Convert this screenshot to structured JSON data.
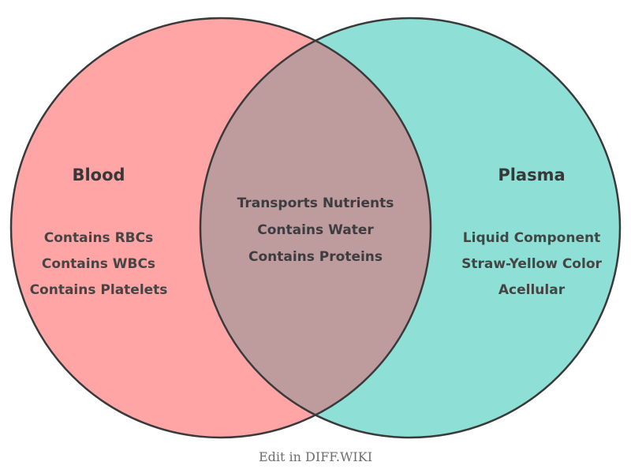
{
  "colors": {
    "blood_fill": "#FFA5A5",
    "plasma_fill": "#8EE0D6",
    "overlap_fill": "#BE9B9D",
    "outline": "#3A3A3A"
  },
  "venn": {
    "left": {
      "title": "Blood",
      "items": [
        "Contains RBCs",
        "Contains WBCs",
        "Contains Platelets"
      ]
    },
    "overlap": {
      "items": [
        "Transports Nutrients",
        "Contains Water",
        "Contains Proteins"
      ]
    },
    "right": {
      "title": "Plasma",
      "items": [
        "Liquid Component",
        "Straw-Yellow Color",
        "Acellular"
      ]
    }
  },
  "footer": {
    "edit_link": "Edit in DIFF.WIKI"
  }
}
